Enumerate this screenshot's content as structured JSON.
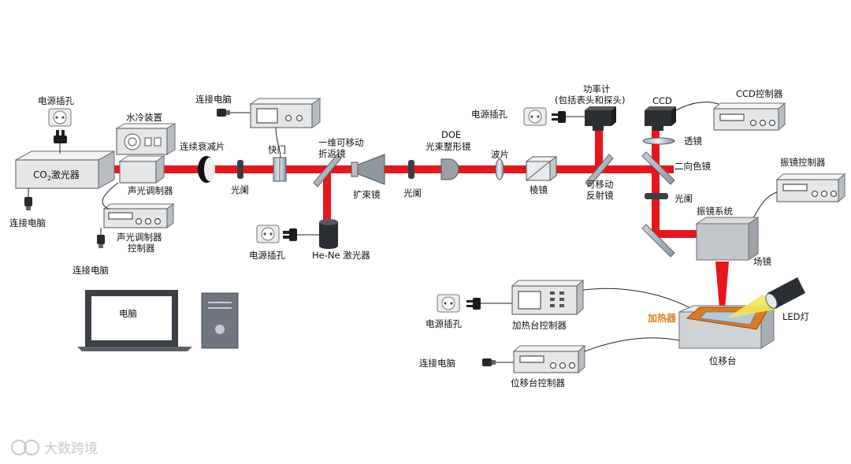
{
  "labels": {
    "power_socket_1": "电源插孔",
    "connect_pc_1": "连接电脑",
    "co2_laser_main": "CO",
    "co2_laser_sub": "2",
    "co2_laser_tail": "激光器",
    "water_cooling": "水冷装置",
    "aom": "声光调制器",
    "aom_ctrl_1": "声光调制器",
    "aom_ctrl_2": "控制器",
    "connect_pc_2": "连接电脑",
    "connect_pc_3": "连接电脑",
    "attenuator": "连续衰减片",
    "aperture_1": "光阑",
    "shutter": "快门",
    "fold_mirror_1": "一维可移动",
    "fold_mirror_2": "折返镜",
    "beam_expander": "扩束镜",
    "aperture_2": "光阑",
    "doe_1": "DOE",
    "doe_2": "光束整形镜",
    "waveplate": "波片",
    "prism": "棱镜",
    "power_socket_2": "电源插孔",
    "hene_laser": "He-Ne 激光器",
    "power_meter_1": "功率计",
    "power_meter_2": "(包括表头和探头)",
    "power_socket_3": "电源插孔",
    "movable_mirror_1": "可移动",
    "movable_mirror_2": "反射镜",
    "ccd": "CCD",
    "ccd_ctrl": "CCD控制器",
    "lens": "透镜",
    "dichroic": "二向色镜",
    "aperture_3": "光阑",
    "galvo_ctrl": "振镜控制器",
    "galvo_system": "振镜系统",
    "field_lens": "场镜",
    "computer": "电脑",
    "power_socket_4": "电源插孔",
    "heater_ctrl": "加热台控制器",
    "heater": "加热器",
    "led": "LED灯",
    "connect_pc_4": "连接电脑",
    "stage_ctrl": "位移台控制器",
    "stage": "位移台",
    "watermark": "大数跨境"
  },
  "colors": {
    "beam": "#e8151b",
    "heater_label": "#e07a1b",
    "heater_plate": "#e0781e",
    "led_light": "#f2e75a"
  }
}
